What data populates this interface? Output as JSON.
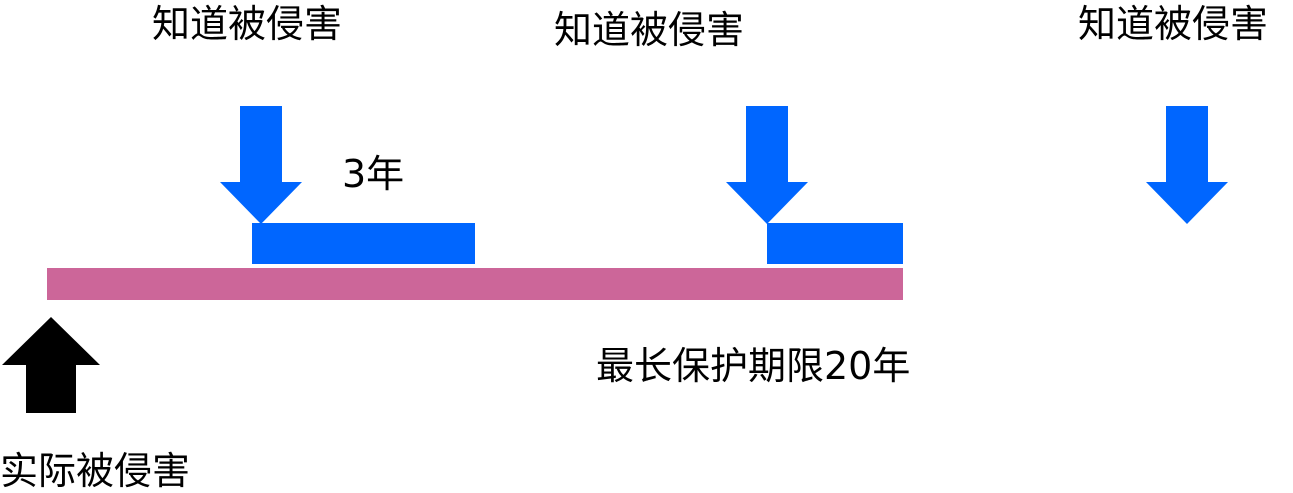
{
  "diagram": {
    "know_label_1": "知道被侵害",
    "know_label_2": "知道被侵害",
    "know_label_3": "知道被侵害",
    "period_label": "3年",
    "max_period_label": "最长保护期限20年",
    "actual_label": "实际被侵害"
  },
  "colors": {
    "blue": "#0066FF",
    "pink": "#CC6699",
    "black": "#000000"
  },
  "icons": {
    "down_arrow": "arrow-down-icon",
    "up_arrow": "arrow-up-icon"
  }
}
